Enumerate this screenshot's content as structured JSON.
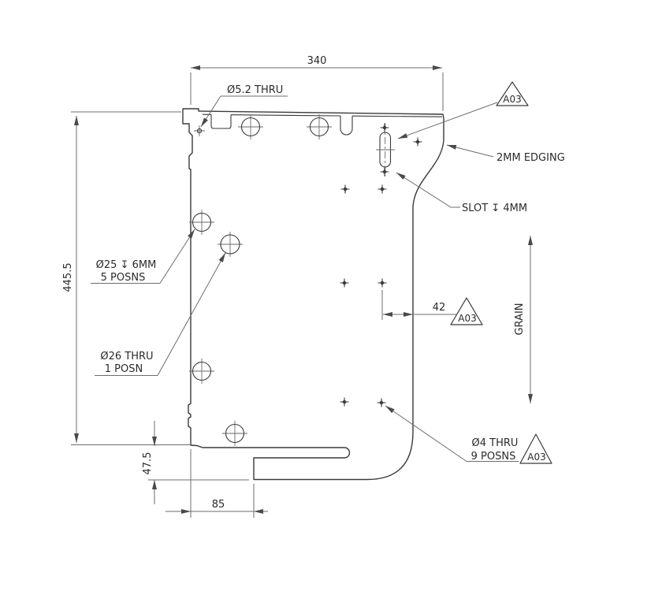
{
  "drawing": {
    "dimensions": {
      "overall_width": "340",
      "overall_height": "445.5",
      "step_height": "47.5",
      "bottom_offset": "85",
      "hole_to_edge": "42"
    },
    "annotations": {
      "hole_5_2": "Ø5.2 THRU",
      "edging_note": "2MM EDGING",
      "slot_note": "SLOT ↧ 4MM",
      "cbore_line1": "Ø25 ↧ 6MM",
      "cbore_line2": "5 POSNS",
      "thru26_line1": "Ø26 THRU",
      "thru26_line2": "1 POSN",
      "thru4_line1": "Ø4 THRU",
      "thru4_line2": "9 POSNS",
      "grain": "GRAIN",
      "finish_tag": "A03"
    },
    "colors": {
      "outline": "#3a3a3a",
      "dimension": "#6d6d6d",
      "background": "#ffffff"
    }
  }
}
